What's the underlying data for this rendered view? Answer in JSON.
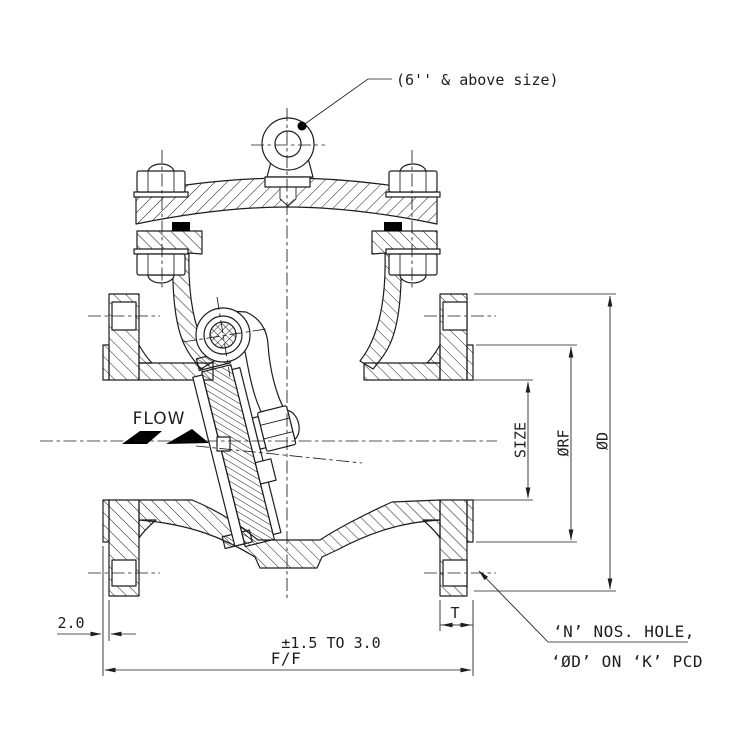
{
  "drawing": {
    "type_note": "(6'' & above size)",
    "flow_label": "FLOW",
    "dims": {
      "size": "SIZE",
      "rf": "ØRF",
      "od": "ØD",
      "t": "T",
      "rf_height": "2.0",
      "ff_tolerance": "±1.5 TO 3.0",
      "ff": "F/F"
    },
    "notes": {
      "holes_line1": "‘N’ NOS. HOLE,",
      "holes_line2": "‘ØD’ ON ‘K’ PCD"
    },
    "colors": {
      "line": "#1d1d1d",
      "background": "#ffffff",
      "solid_fill": "#000000"
    }
  }
}
